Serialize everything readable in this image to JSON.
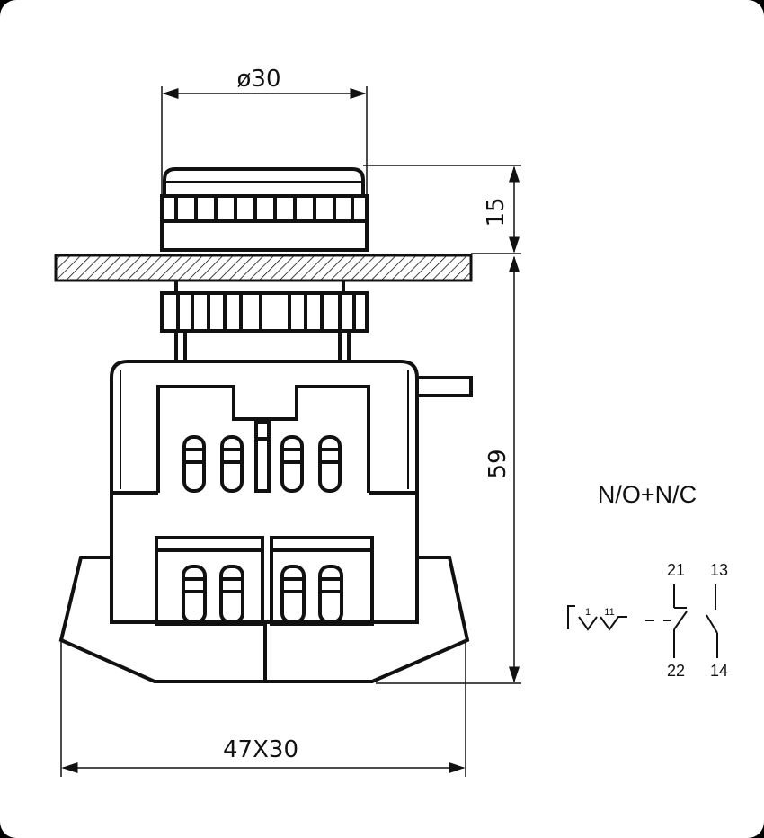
{
  "dimensions": {
    "diameter": "ø30",
    "height_top": "15",
    "height_body": "59",
    "footprint": "47X30"
  },
  "contact_type": "N/O+N/C",
  "terminals": {
    "nc_top": "21",
    "nc_bottom": "22",
    "no_top": "13",
    "no_bottom": "14",
    "actuator_a": "1",
    "actuator_b": "11"
  }
}
